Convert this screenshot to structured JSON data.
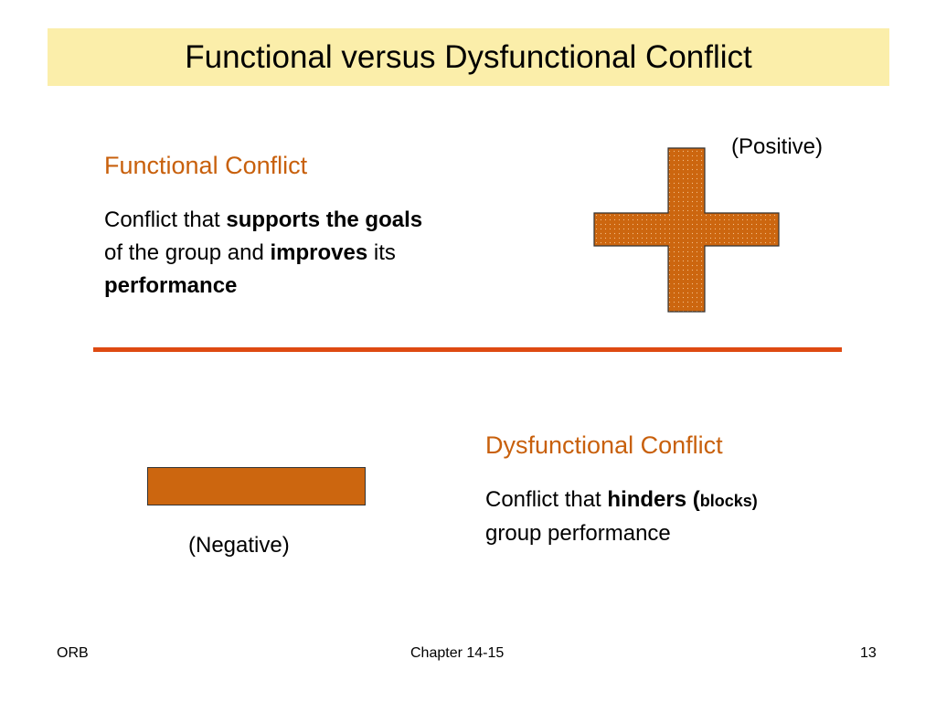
{
  "slide": {
    "title": "Functional versus Dysfunctional Conflict",
    "functional": {
      "heading": "Functional Conflict",
      "text_1": "Conflict that ",
      "bold_1": "supports the goals",
      "text_2": "of the group and ",
      "bold_2": "improves",
      "text_3": " its",
      "bold_3": "performance"
    },
    "positive_label": "(Positive)",
    "dysfunctional": {
      "heading": "Dysfunctional Conflict",
      "text_1": "Conflict that ",
      "bold_1": "hinders (",
      "bold_small": "blocks)",
      "text_2": "group performance"
    },
    "negative_label": "(Negative)"
  },
  "footer": {
    "left": "ORB",
    "center": "Chapter 14-15",
    "right": "13"
  },
  "colors": {
    "title_bg": "#fbeeaa",
    "heading": "#c8600c",
    "divider": "#de4a12",
    "shape_fill": "#cc660f"
  },
  "icons": {
    "positive": "plus-icon",
    "negative": "minus-icon"
  }
}
